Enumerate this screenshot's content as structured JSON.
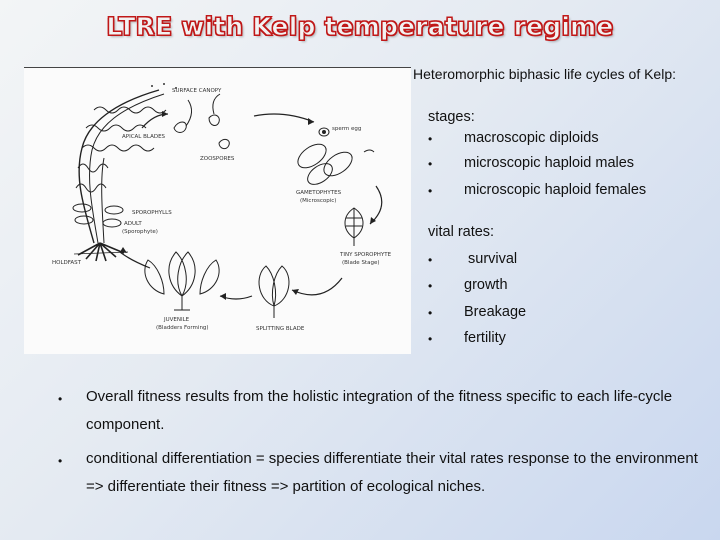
{
  "title": "LTRE with Kelp temperature regime",
  "subtitle": "Heteromorphic biphasic life cycles of Kelp:",
  "stages": {
    "heading": "stages:",
    "bullet": "•",
    "items": [
      "macroscopic diploids",
      "microscopic haploid males",
      "microscopic haploid females"
    ]
  },
  "vital_rates": {
    "heading": "vital rates:",
    "bullet": "•",
    "items": [
      "survival",
      "growth",
      "Breakage",
      "fertility"
    ]
  },
  "paragraphs": [
    {
      "bullet": "•",
      "text": "Overall fitness results from the holistic integration of the fitness specific to each life-cycle component."
    },
    {
      "bullet": "•",
      "text": "conditional differentiation = species differentiate their vital rates response to the environment => differentiate their fitness => partition of ecological niches."
    }
  ],
  "diagram_labels": {
    "surface_canopy": "SURFACE CANOPY",
    "apical_blades": "APICAL BLADES",
    "zoospores": "ZOOSPORES",
    "sporophylls": "SPOROPHYLLS",
    "adult": "ADULT",
    "adult_note": "(Sporophyte)",
    "holdfast": "HOLDFAST",
    "sperm_egg": "sperm egg",
    "gametophytes": "GAMETOPHYTES",
    "gametophytes_note": "(Microscopic)",
    "tiny_sporophyte": "TINY SPOROPHYTE",
    "tiny_sporophyte_note": "(Blade Stage)",
    "juvenile": "JUVENILE",
    "juvenile_note": "(Bladders Forming)",
    "splitting_blade": "SPLITTING BLADE"
  }
}
